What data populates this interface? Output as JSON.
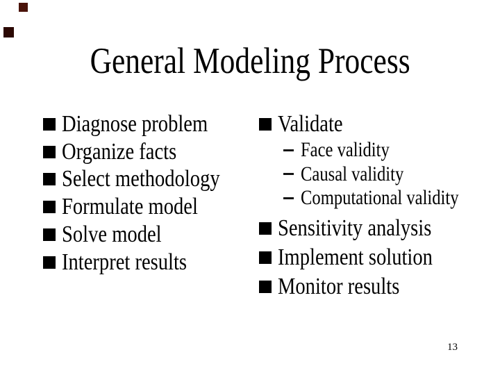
{
  "slide": {
    "title": "General Modeling Process",
    "page_number": "13",
    "left_column": {
      "items": [
        "Diagnose problem",
        "Organize facts",
        "Select methodology",
        "Formulate model",
        "Solve model",
        "Interpret results"
      ]
    },
    "right_column": {
      "items": [
        {
          "label": "Validate",
          "level": 1
        },
        {
          "label": "Face validity",
          "level": 2
        },
        {
          "label": "Causal validity",
          "level": 2
        },
        {
          "label": "Computational validity",
          "level": 2
        },
        {
          "label": "Sensitivity analysis",
          "level": 1
        },
        {
          "label": "Implement solution",
          "level": 1
        },
        {
          "label": "Monitor results",
          "level": 1
        }
      ]
    },
    "colors": {
      "background": "#ffffff",
      "text": "#000000",
      "bullet": "#000000",
      "corner_square_top": "#4a130a",
      "corner_square_bottom": "#2b0803"
    }
  }
}
